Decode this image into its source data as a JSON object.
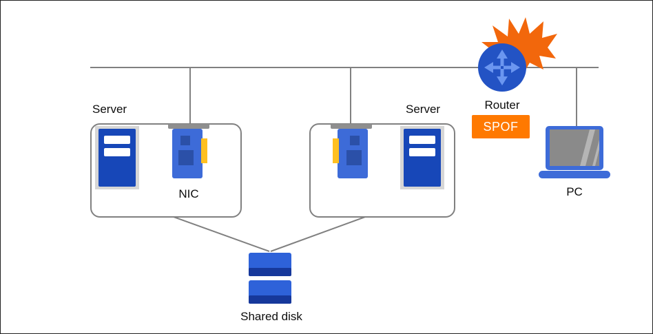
{
  "diagram": {
    "type": "network-topology",
    "nodes": {
      "server_left": {
        "label": "Server"
      },
      "server_right": {
        "label": "Server"
      },
      "nic": {
        "label": "NIC"
      },
      "router": {
        "label": "Router"
      },
      "spof_badge": {
        "label": "SPOF"
      },
      "pc": {
        "label": "PC"
      },
      "shared_disk": {
        "label": "Shared disk"
      }
    },
    "icons": {
      "server": "server-tower-icon",
      "nic": "network-interface-card-icon",
      "router": "router-circle-arrows-icon",
      "explosion": "failure-burst-icon",
      "pc": "laptop-icon",
      "shared_disk": "stacked-disk-icon"
    },
    "colors": {
      "connector": "#808080",
      "box_border": "#808080",
      "server_frame": "#d6d6d6",
      "server_body": "#1747b8",
      "server_slot": "#ffffff",
      "nic_bracket": "#8f8f8f",
      "nic_body": "#3d6bd8",
      "nic_chip": "#2b50a8",
      "nic_connector": "#ffc021",
      "router_body": "#2353c4",
      "router_arrows": "#6b96f0",
      "explosion": "#f2670c",
      "spof_background": "#ff7900",
      "spof_text": "#ffffff",
      "laptop_frame": "#3d6bd8",
      "laptop_screen": "#8a8a8a",
      "laptop_glare": "#b5b5b5",
      "disk_top": "#2e62d9",
      "disk_bottom": "#16389b",
      "label_text": "#0d0d0d"
    }
  }
}
